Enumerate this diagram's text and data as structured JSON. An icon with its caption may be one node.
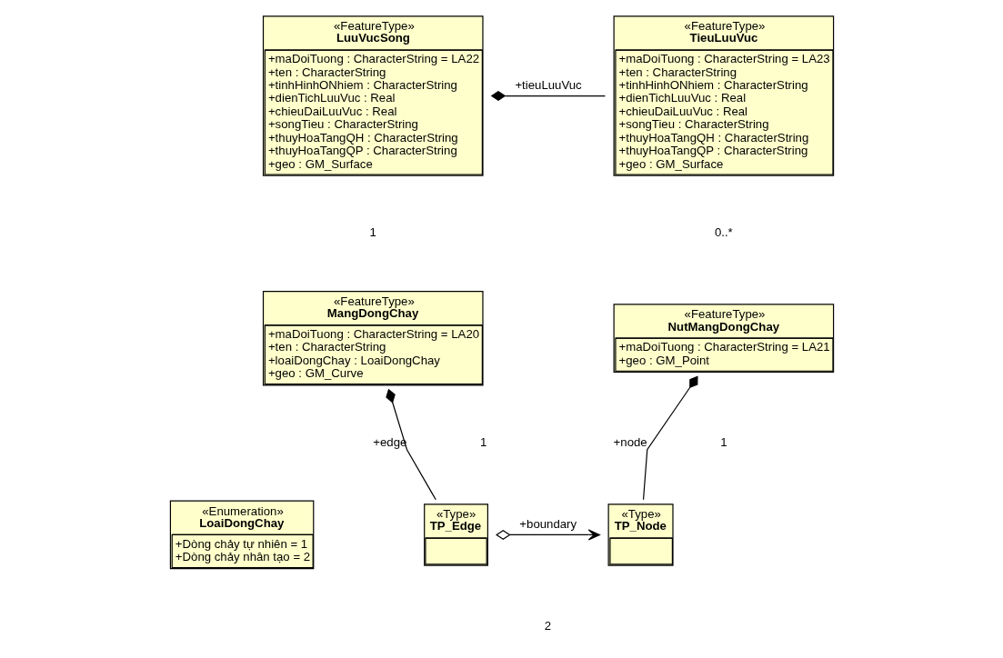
{
  "diagram": {
    "nodes": [
      {
        "text": [
          "«FeatureType»",
          "LuuVucSong",
          "+maDoiTuong : CharacterString = LA22",
          "+ten : CharacterString",
          "+tinhHinhONhiem : CharacterString",
          "+dienTichLuuVuc : Real",
          "+chieuDaiLuuVuc : Real",
          "+songTieu : CharacterString",
          "+thuyHoaTangQH : CharacterString",
          "+thuyHoaTangQP : CharacterString",
          "+geo : GM_Surface"
        ]
      },
      {
        "text": [
          "«FeatureType»",
          "TieuLuuVuc",
          "+maDoiTuong : CharacterString = LA23",
          "+ten : CharacterString",
          "+tinhHinhONhiem : CharacterString",
          "+dienTichLuuVuc : Real",
          "+chieuDaiLuuVuc : Real",
          "+songTieu : CharacterString",
          "+thuyHoaTangQH : CharacterString",
          "+thuyHoaTangQP : CharacterString",
          "+geo : GM_Surface"
        ]
      },
      {
        "text": [
          "«FeatureType»",
          "MangDongChay",
          "+maDoiTuong : CharacterString = LA20",
          "+ten : CharacterString",
          "+loaiDongChay : LoaiDongChay",
          "+geo : GM_Curve"
        ]
      },
      {
        "text": [
          "«FeatureType»",
          "NutMangDongChay",
          "+maDoiTuong : CharacterString = LA21",
          "+geo : GM_Point"
        ]
      },
      {
        "text": [
          "«Enumeration»",
          "LoaiDongChay",
          "+Dòng chảy tự nhiên = 1",
          "+Dòng chảy nhân tạo = 2"
        ]
      },
      {
        "text": [
          "«Type»",
          "TP_Edge"
        ]
      },
      {
        "text": [
          "«Type»",
          "TP_Node"
        ]
      }
    ],
    "edges": [
      {
        "from": 0,
        "to": 1,
        "arrow": "other",
        "label": "+tieuLuuVuc"
      },
      {
        "from": 2,
        "to": 5,
        "arrow": "other",
        "label": "+edge"
      },
      {
        "from": 3,
        "to": 6,
        "arrow": "other",
        "label": "+node"
      },
      {
        "from": 5,
        "to": 6,
        "arrow": "to",
        "label": "+boundary"
      }
    ],
    "labels": [
      "1",
      "0..*",
      "1",
      "1",
      "2"
    ]
  }
}
